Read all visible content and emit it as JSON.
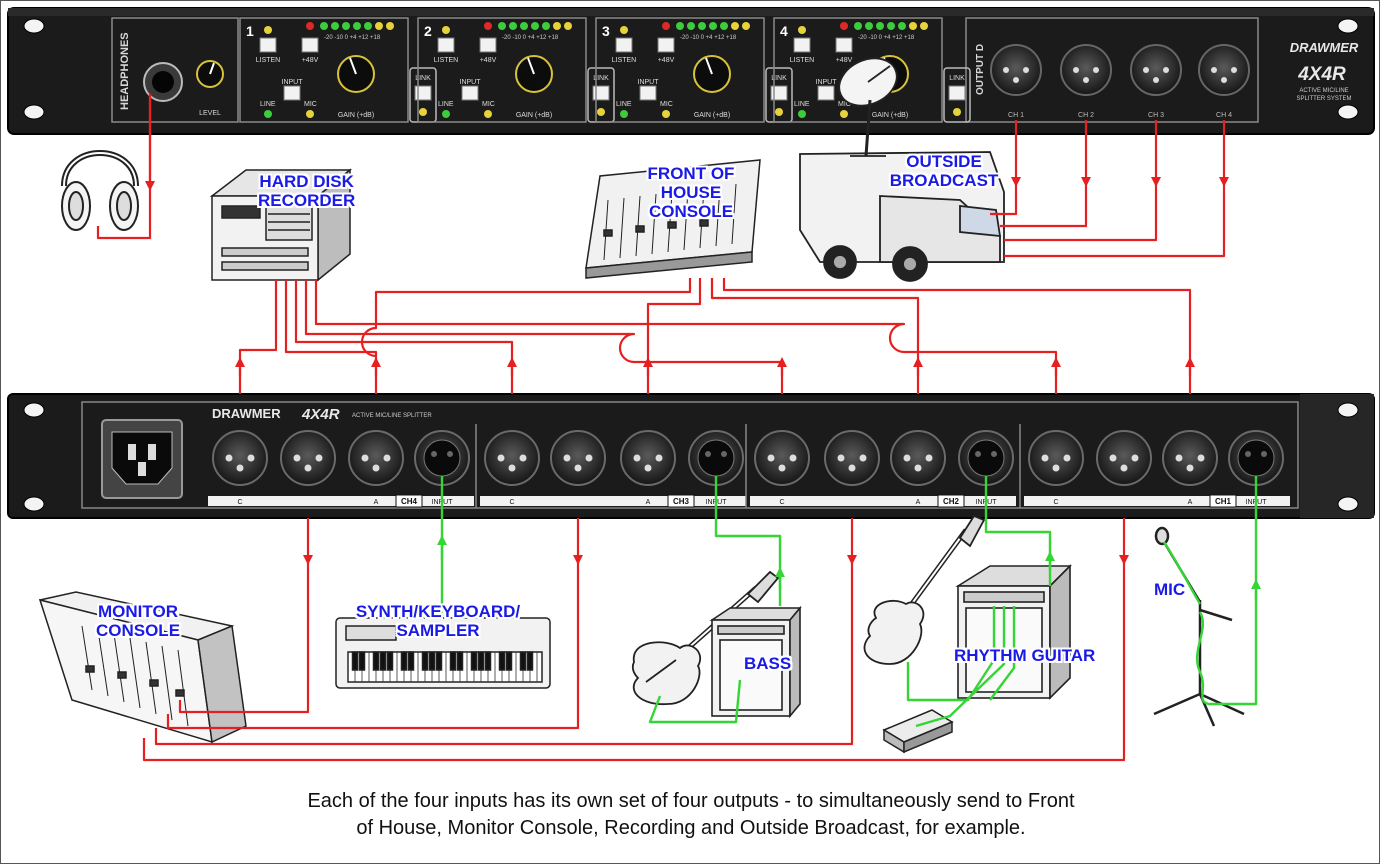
{
  "front_panel": {
    "section_headphones": "HEADPHONES",
    "knob_level": "LEVEL",
    "channels": [
      {
        "number": "1"
      },
      {
        "number": "2"
      },
      {
        "number": "3"
      },
      {
        "number": "4"
      }
    ],
    "listen": "LISTEN",
    "phantom": "+48V",
    "input": "INPUT",
    "line": "LINE",
    "mic": "MIC",
    "gain": "GAIN (+dB)",
    "link": "LINK",
    "meter_scale": "-20 -10  0  +4  +12 +18",
    "section_output_d": "OUTPUT D",
    "outputs": [
      "CH 1",
      "CH 2",
      "CH 3",
      "CH 4"
    ],
    "brand": "DRAWMER",
    "model": "4X4R",
    "tagline_1": "ACTIVE MIC/LINE",
    "tagline_2": "SPLITTER SYSTEM"
  },
  "rear_panel": {
    "brand": "DRAWMER",
    "model": "4X4R",
    "tagline": "ACTIVE MIC/LINE SPLITTER",
    "groups": [
      {
        "ch": "CH4",
        "c": "C",
        "a": "A",
        "input": "INPUT"
      },
      {
        "ch": "CH3",
        "c": "C",
        "a": "A",
        "input": "INPUT"
      },
      {
        "ch": "CH2",
        "c": "C",
        "a": "A",
        "input": "INPUT"
      },
      {
        "ch": "CH1",
        "c": "C",
        "a": "A",
        "input": "INPUT"
      }
    ]
  },
  "devices": {
    "hard_disk_recorder": [
      "HARD DISK",
      "RECORDER"
    ],
    "front_of_house": [
      "FRONT OF",
      "HOUSE",
      "CONSOLE"
    ],
    "outside_broadcast": [
      "OUTSIDE",
      "BROADCAST"
    ],
    "monitor_console": [
      "MONITOR",
      "CONSOLE"
    ],
    "synth": [
      "SYNTH/KEYBOARD/",
      "SAMPLER"
    ],
    "bass": "BASS",
    "rhythm_guitar": "RHYTHM GUITAR",
    "mic": "MIC"
  },
  "caption": [
    "Each of the four inputs has its own set of four outputs - to simultaneously send to Front",
    "of House, Monitor Console, Recording and Outside Broadcast, for example."
  ],
  "colors": {
    "output_cable": "#e62020",
    "input_cable": "#34d534",
    "label": "#1a1ae6",
    "rack": "#1b1b1b"
  }
}
